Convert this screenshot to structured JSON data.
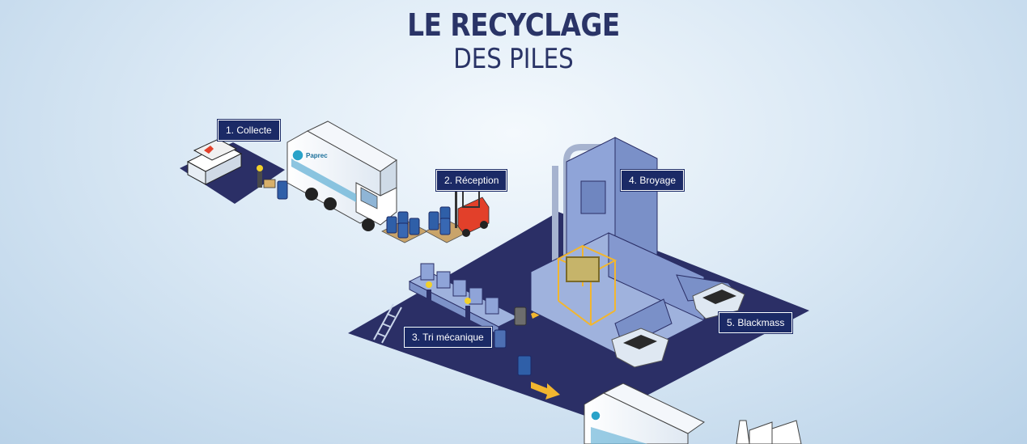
{
  "title": {
    "line1": "LE RECYCLAGE",
    "line2": "DES PILES"
  },
  "truck_brand": "Paprec",
  "steps": [
    {
      "label": "1. Collecte"
    },
    {
      "label": "2. Réception"
    },
    {
      "label": "3. Tri mécanique"
    },
    {
      "label": "4. Broyage"
    },
    {
      "label": "5. Blackmass"
    }
  ],
  "colors": {
    "title": "#2a3467",
    "label_bg": "#1b2a66",
    "floor": "#2b2f66",
    "machine": "#8fa4d8",
    "arrow": "#f2b62f",
    "forklift": "#e2402a",
    "barrel": "#2f5fa8"
  }
}
